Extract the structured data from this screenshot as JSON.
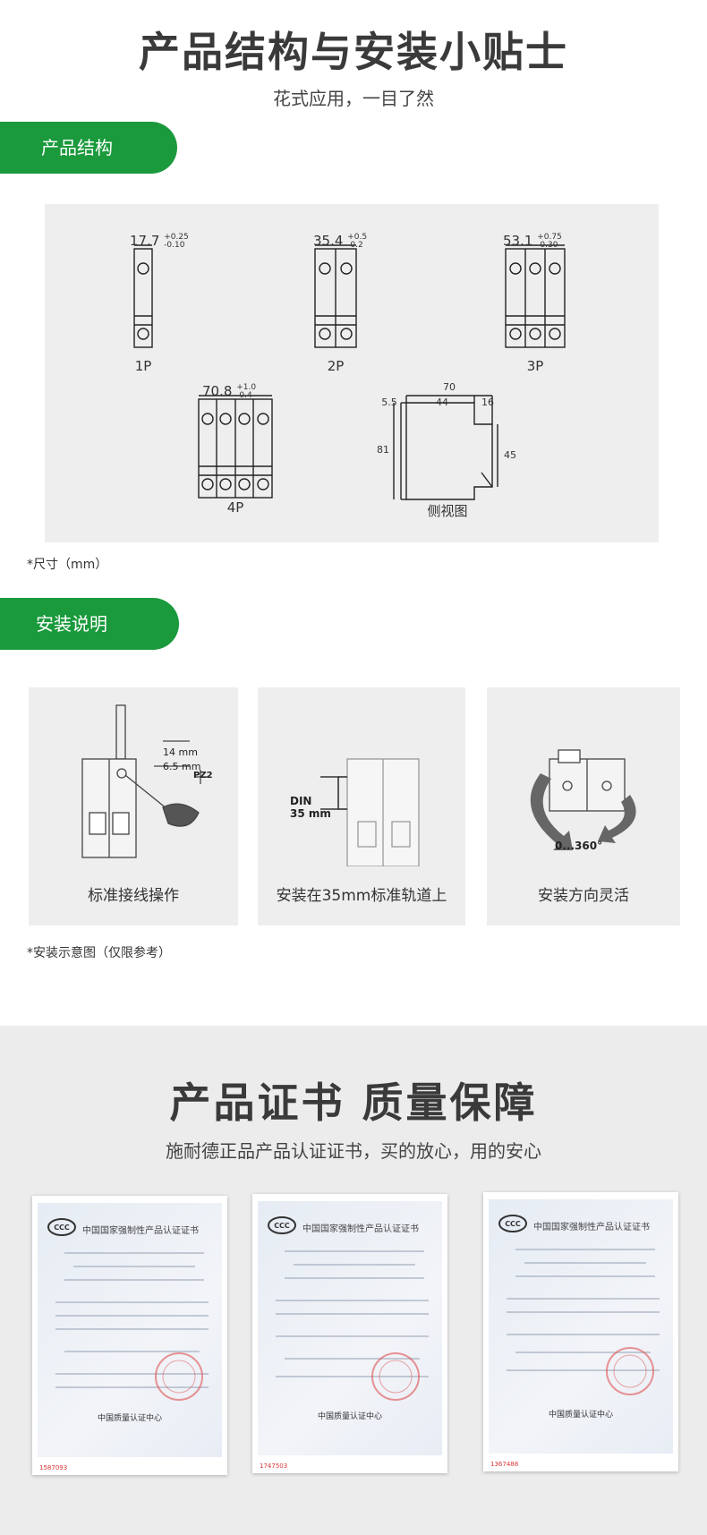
{
  "header": {
    "title": "产品结构与安装小贴士",
    "subtitle": "花式应用，一目了然"
  },
  "structure": {
    "section_label": "产品结构",
    "dims": {
      "p1": {
        "name": "1P",
        "width": "17.7",
        "tol_up": "+0.25",
        "tol_down": "-0.10"
      },
      "p2": {
        "name": "2P",
        "width": "35.4",
        "tol_up": "+0.5",
        "tol_down": "-0.2"
      },
      "p3": {
        "name": "3P",
        "width": "53.1",
        "tol_up": "+0.75",
        "tol_down": "-0.30"
      },
      "p4": {
        "name": "4P",
        "width": "70.8",
        "tol_up": "+1.0",
        "tol_down": "-0.4"
      },
      "side": {
        "name": "侧视图",
        "d_total": "70",
        "d_left": "5.5",
        "d_mid": "44",
        "d_right": "16",
        "h_total": "81",
        "h_right": "45"
      }
    },
    "note": "*尺寸（mm）"
  },
  "install": {
    "section_label": "安装说明",
    "cards": [
      {
        "label": "标准接线操作",
        "dim1": "14 mm",
        "dim2": "6.5 mm",
        "tool": "PZ2"
      },
      {
        "label": "安装在35mm标准轨道上",
        "rail_l1": "DIN",
        "rail_l2": "35 mm"
      },
      {
        "label": "安装方向灵活",
        "angle": "0...360°"
      }
    ],
    "note": "*安装示意图（仅限参考）"
  },
  "certs": {
    "title": "产品证书 质量保障",
    "subtitle": "施耐德正品产品认证证书，买的放心，用的安心",
    "items": [
      {
        "head": "中国国家强制性产品认证证书",
        "org": "中国质量认证中心",
        "no": "1587093"
      },
      {
        "head": "中国国家强制性产品认证证书",
        "org": "中国质量认证中心",
        "no": "1747503"
      },
      {
        "head": "中国国家强制性产品认证证书",
        "org": "中国质量认证中心",
        "no": "1367488"
      }
    ]
  }
}
